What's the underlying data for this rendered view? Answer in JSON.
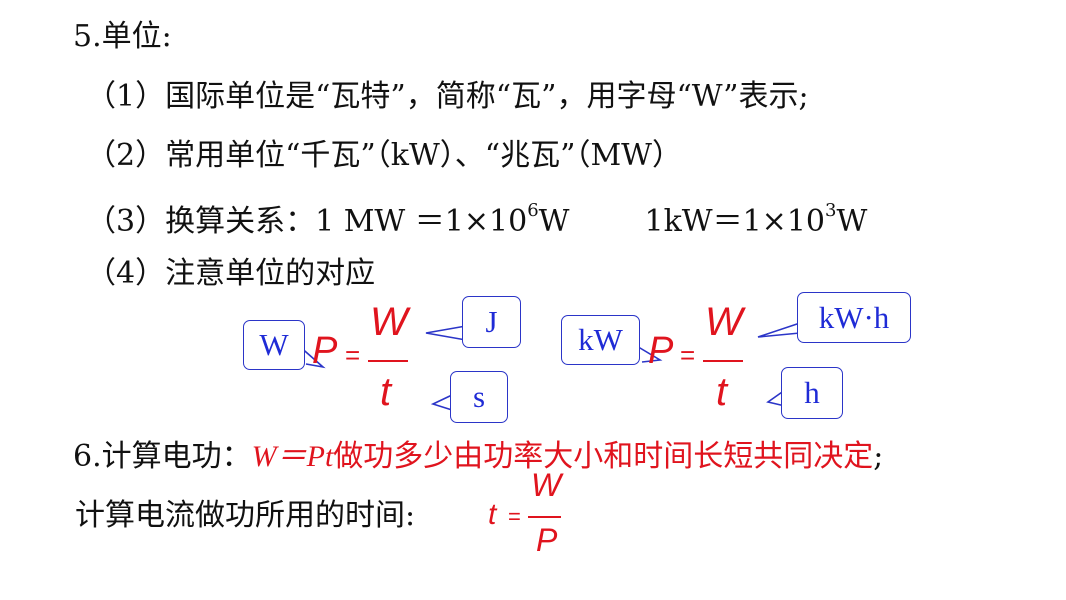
{
  "sec5": {
    "title": "5.单位:"
  },
  "items": [
    {
      "num": "（1）",
      "text": "国际单位是“瓦特”，简称“瓦”，用字母“W”表示;"
    },
    {
      "num": "（2）",
      "text": "常用单位“千瓦”（kW）、“兆瓦”（MW）"
    },
    {
      "num": "（3）",
      "text": "换算关系：1 MW ＝1×10",
      "sup1": "6",
      "mid": "W",
      "text2": "1kW＝1×10",
      "sup2": "3",
      "end": "W"
    },
    {
      "num": "（4）",
      "text": "注意单位的对应"
    }
  ],
  "formula1": {
    "P": "P",
    "eq": "=",
    "num": "W",
    "den": "t",
    "unit_left": "W",
    "unit_num": "J",
    "unit_den": "s"
  },
  "formula2": {
    "P": "P",
    "eq": "=",
    "num": "W",
    "den": "t",
    "unit_left": "kW",
    "unit_num": "kW·h",
    "unit_den": "h"
  },
  "sec6": {
    "label": "6.计算电功：",
    "formula": "W＝Pt",
    "desc": " 做功多少由功率大小和时间长短共同决定",
    "tail": ";"
  },
  "time": {
    "label": "计算电流做功所用的时间:",
    "t": "t",
    "eq": "=",
    "num": "W",
    "den": "P"
  },
  "colors": {
    "red": "#e0141e",
    "blue": "#1f2bd6",
    "text": "#111111"
  }
}
